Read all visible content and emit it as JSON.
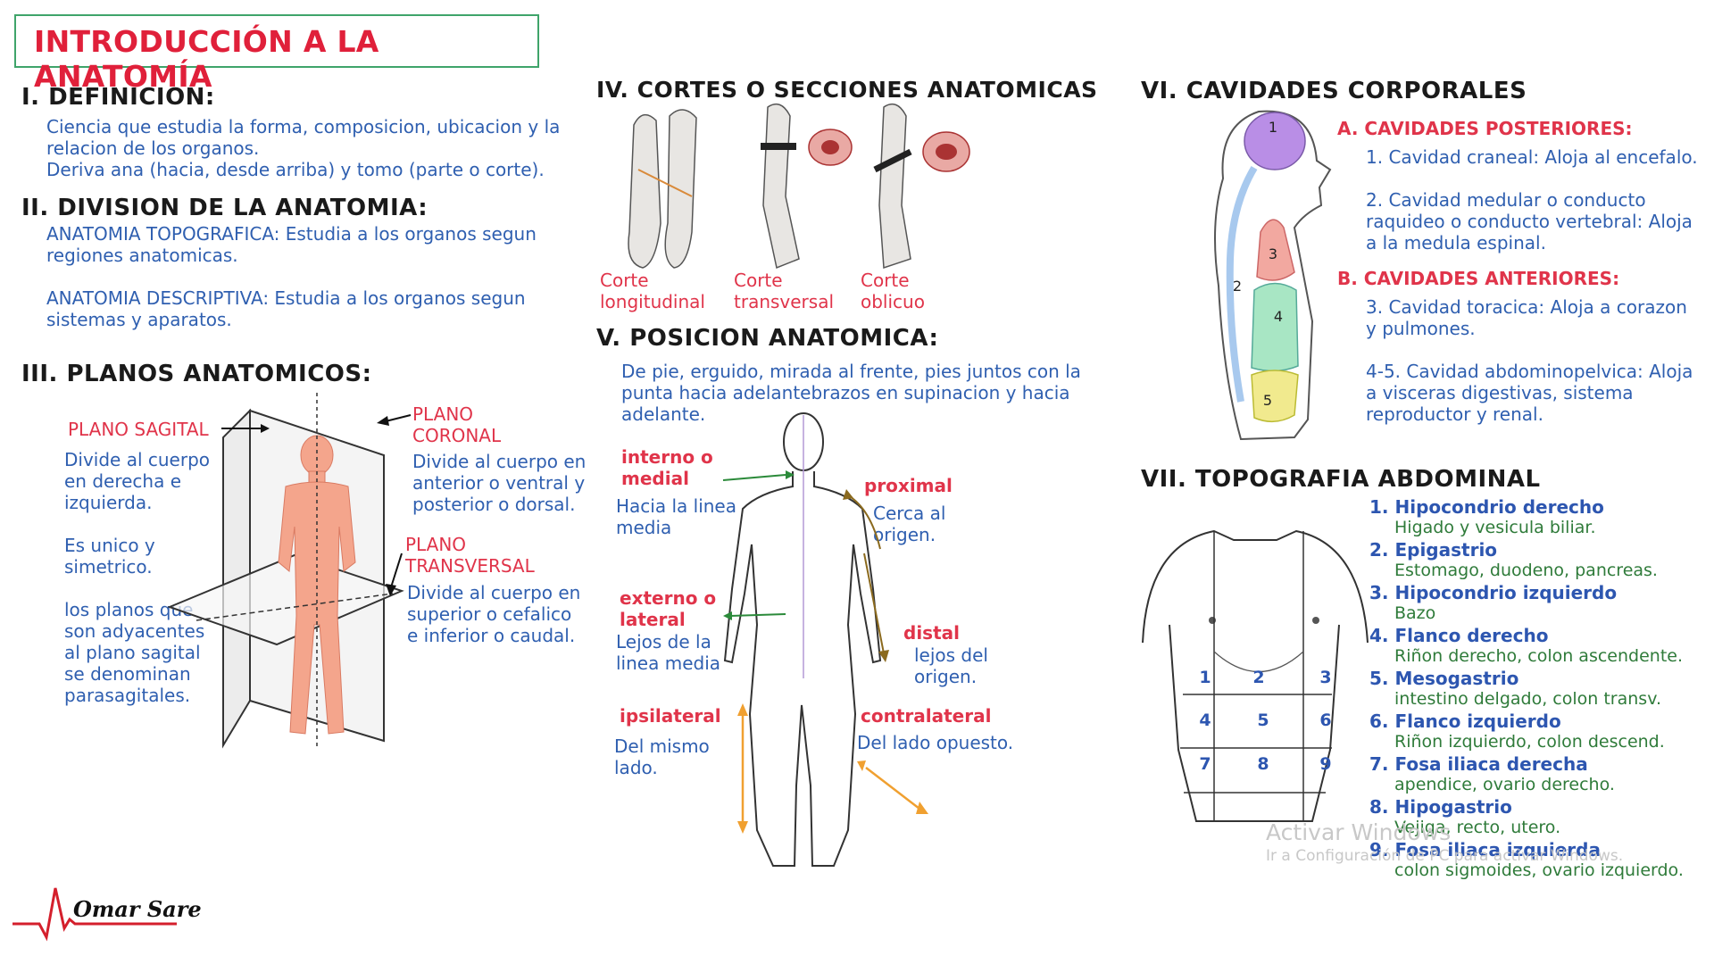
{
  "title": "INTRODUCCIÓN A LA ANATOMÍA",
  "signature": "Omar Sare",
  "definicion": {
    "header": "I. DEFINICION:",
    "line1": "Ciencia que estudia la forma, composicion, ubicacion y la",
    "line2": "relacion de los organos.",
    "line3": "Deriva ana (hacia, desde arriba) y tomo (parte o corte)."
  },
  "division": {
    "header": "II. DIVISION DE LA ANATOMIA:",
    "topo1": "ANATOMIA TOPOGRAFICA: Estudia a los organos segun",
    "topo2": "regiones anatomicas.",
    "desc1": "ANATOMIA DESCRIPTIVA: Estudia a los organos segun",
    "desc2": "sistemas y aparatos."
  },
  "planos": {
    "header": "III. PLANOS ANATOMICOS:",
    "sagital_label": "PLANO SAGITAL",
    "sagital_text": [
      "Divide al cuerpo",
      "en derecha e",
      "izquierda.",
      "",
      "Es unico y",
      "simetrico.",
      "",
      "los planos que",
      "son adyacentes",
      "al plano sagital",
      "se denominan",
      "parasagitales."
    ],
    "coronal_label": [
      "PLANO",
      "CORONAL"
    ],
    "coronal_text": [
      "Divide al cuerpo en",
      "anterior o ventral y",
      "posterior o dorsal."
    ],
    "transversal_label": [
      "PLANO",
      "TRANSVERSAL"
    ],
    "transversal_text": [
      "Divide al cuerpo en",
      "superior o cefalico",
      "e inferior o caudal."
    ]
  },
  "cortes": {
    "header": "IV. CORTES O SECCIONES ANATOMICAS",
    "longitudinal": [
      "Corte",
      "longitudinal"
    ],
    "transversal": [
      "Corte",
      "transversal"
    ],
    "oblicuo": [
      "Corte",
      "oblicuo"
    ]
  },
  "posicion": {
    "header": "V. POSICION ANATOMICA:",
    "desc": [
      "De pie, erguido, mirada al frente, pies juntos con la",
      "punta hacia adelantebrazos en supinacion y hacia",
      "adelante."
    ],
    "interno_label": [
      "interno o",
      "medial"
    ],
    "interno_text": [
      "Hacia la linea",
      "media"
    ],
    "externo_label": [
      "externo o",
      "lateral"
    ],
    "externo_text": [
      "Lejos de la",
      "linea media"
    ],
    "ipsilateral_label": "ipsilateral",
    "ipsilateral_text": [
      "Del mismo",
      "lado."
    ],
    "proximal_label": "proximal",
    "proximal_text": [
      "Cerca al",
      "origen."
    ],
    "distal_label": "distal",
    "distal_text": [
      "lejos del",
      "origen."
    ],
    "contralateral_label": "contralateral",
    "contralateral_text": "Del lado opuesto."
  },
  "cavidades": {
    "header": "VI. CAVIDADES CORPORALES",
    "posteriores_header": "A. CAVIDADES POSTERIORES:",
    "item1": "1. Cavidad craneal: Aloja al encefalo.",
    "item2": [
      "2. Cavidad medular o conducto",
      "raquideo o conducto vertebral: Aloja",
      "a la medula espinal."
    ],
    "anteriores_header": "B. CAVIDADES ANTERIORES:",
    "item3": [
      "3. Cavidad toracica: Aloja a corazon",
      "y pulmones."
    ],
    "item45": [
      "4-5. Cavidad abdominopelvica: Aloja",
      "a visceras digestivas, sistema",
      "reproductor y renal."
    ],
    "diagram_numbers": [
      "1",
      "2",
      "3",
      "4",
      "5"
    ],
    "colors": {
      "craneal": "#b98ee6",
      "medular": "#a8c9ee",
      "toracica": "#f2a8a0",
      "abdominal": "#a8e6c4",
      "pelvica": "#f1ea8e"
    }
  },
  "topografia": {
    "header": "VII. TOPOGRAFIA ABDOMINAL",
    "regions": [
      {
        "name": "1. Hipocondrio derecho",
        "desc": "Higado y vesicula biliar."
      },
      {
        "name": "2. Epigastrio",
        "desc": "Estomago, duodeno, pancreas."
      },
      {
        "name": "3. Hipocondrio izquierdo",
        "desc": "Bazo"
      },
      {
        "name": "4. Flanco derecho",
        "desc": "Riñon derecho, colon ascendente."
      },
      {
        "name": "5. Mesogastrio",
        "desc": "intestino delgado, colon transv."
      },
      {
        "name": "6. Flanco izquierdo",
        "desc": "Riñon izquierdo, colon descend."
      },
      {
        "name": "7. Fosa iliaca derecha",
        "desc": "apendice, ovario derecho."
      },
      {
        "name": "8. Hipogastrio",
        "desc": "Vejiga, recto, utero."
      },
      {
        "name": "9. Fosa iliaca izquierda",
        "desc": "colon sigmoides, ovario izquierdo."
      }
    ],
    "grid_numbers": [
      "1",
      "2",
      "3",
      "4",
      "5",
      "6",
      "7",
      "8",
      "9"
    ]
  },
  "watermark": {
    "line1": "Activar Windows",
    "line2": "Ir a Configuración de PC para activar Windows."
  },
  "colors": {
    "title_red": "#e0203a",
    "title_border": "#3fa46a",
    "text_blue": "#2f5fb0",
    "label_red": "#e0344a",
    "desc_green": "#2f7b3a"
  }
}
